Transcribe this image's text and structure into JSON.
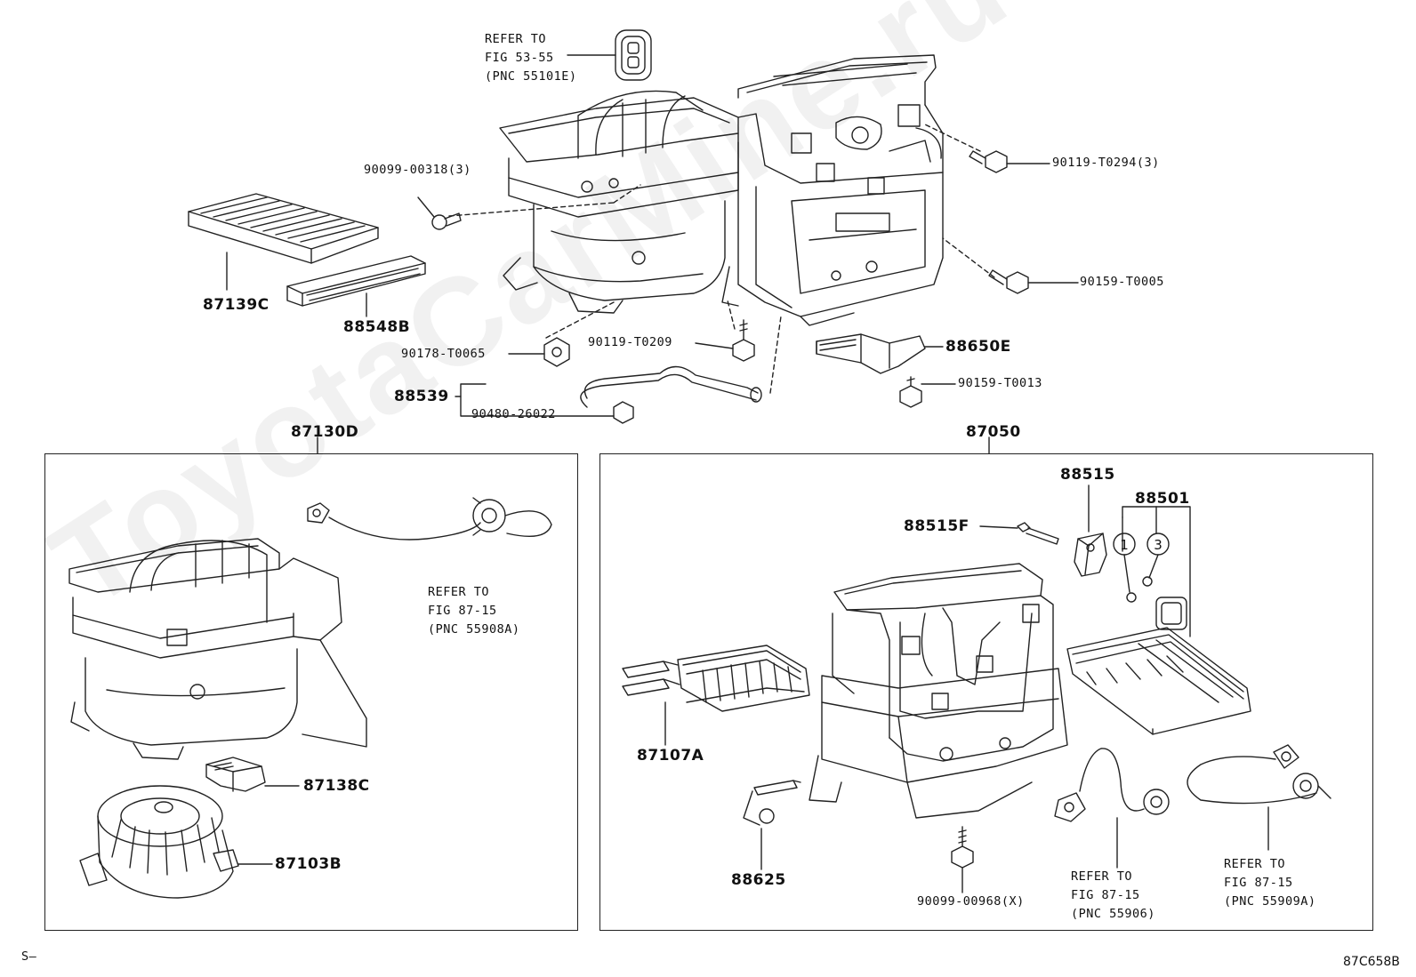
{
  "watermark": "ToyotaCarMine.ru",
  "figure_id": "87C658B",
  "footer_left": "S—",
  "notes": {
    "refer_top": [
      "REFER TO",
      "FIG 53-55",
      "(PNC 55101E)"
    ],
    "refer_left_box": [
      "REFER TO",
      "FIG 87-15",
      "(PNC 55908A)"
    ],
    "refer_mid_box": [
      "REFER TO",
      "FIG 87-15",
      "(PNC 55906)"
    ],
    "refer_right_box": [
      "REFER TO",
      "FIG 87-15",
      "(PNC 55909A)"
    ]
  },
  "parts": {
    "p9009900318": "90099-00318(3)",
    "p87139C": "87139C",
    "p88548B": "88548B",
    "p90178T0065": "90178-T0065",
    "p90119T0209": "90119-T0209",
    "p88539": "88539",
    "p9048026022": "90480-26022",
    "p90119T0294": "90119-T0294(3)",
    "p90159T0005": "90159-T0005",
    "p88650E": "88650E",
    "p90159T0013": "90159-T0013",
    "p87130D": "87130D",
    "p87050": "87050",
    "p87138C": "87138C",
    "p87103B": "87103B",
    "p88515": "88515",
    "p88515F": "88515F",
    "p88501": "88501",
    "p87107A": "87107A",
    "p88625": "88625",
    "p9009900968": "90099-00968(X)"
  },
  "circled_callouts": [
    "1",
    "3"
  ]
}
